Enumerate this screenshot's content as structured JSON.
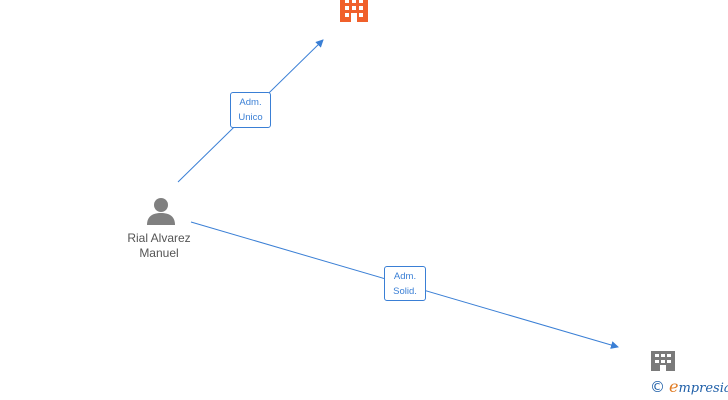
{
  "colors": {
    "edge": "#3a7fd5",
    "company_highlight": "#f0602b",
    "company_default": "#7a7a7a",
    "person": "#808080",
    "brand_blue": "#1f5fa8",
    "brand_orange": "#e07b22"
  },
  "nodes": {
    "person": {
      "icon": "person-icon",
      "name_line1": "Rial Alvarez",
      "name_line2": "Manuel"
    },
    "company_top": {
      "icon": "building-icon"
    },
    "company_bottom": {
      "icon": "building-icon"
    }
  },
  "edges": [
    {
      "from": "person",
      "to": "company_top",
      "label_line1": "Adm.",
      "label_line2": "Unico"
    },
    {
      "from": "person",
      "to": "company_bottom",
      "label_line1": "Adm.",
      "label_line2": "Solid."
    }
  ],
  "footer": {
    "copyright_symbol": "©",
    "brand_initial": "e",
    "brand_rest": "mpresia"
  }
}
